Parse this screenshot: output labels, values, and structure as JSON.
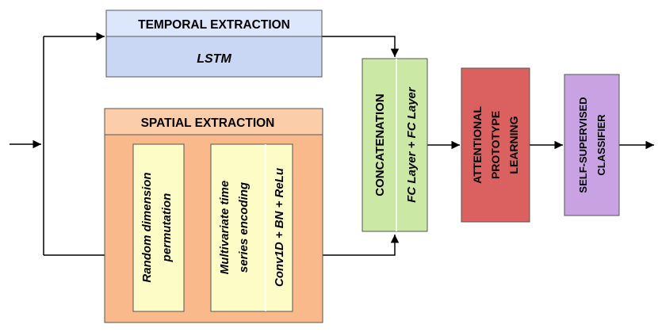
{
  "temporal": {
    "title": "TEMPORAL EXTRACTION",
    "model": "LSTM"
  },
  "spatial": {
    "title": "SPATIAL EXTRACTION",
    "permutation_line1": "Random dimension",
    "permutation_line2": "permutation",
    "encoding_line1": "Multivariate time",
    "encoding_line2": "series encoding",
    "encoding_layers": "Conv1D + BN + ReLu"
  },
  "concatenation": {
    "title": "CONCATENATION",
    "layers": "FC Layer + FC Layer"
  },
  "prototype": {
    "line1": "ATTENTIONAL",
    "line2": "PROTOTYPE",
    "line3": "LEARNING"
  },
  "classifier": {
    "line1": "SELF-SUPERVISED",
    "line2": "CLASSIFIER"
  },
  "colors": {
    "temporal_fill": "#c9d7f5",
    "temporal_header": "#dde7fb",
    "spatial_fill": "#f9b98a",
    "spatial_header": "#fbcda9",
    "inner_fill": "#fdfbc6",
    "concat_fill": "#cbe9a4",
    "prototype_fill": "#db6161",
    "classifier_fill": "#c8a2e3"
  }
}
